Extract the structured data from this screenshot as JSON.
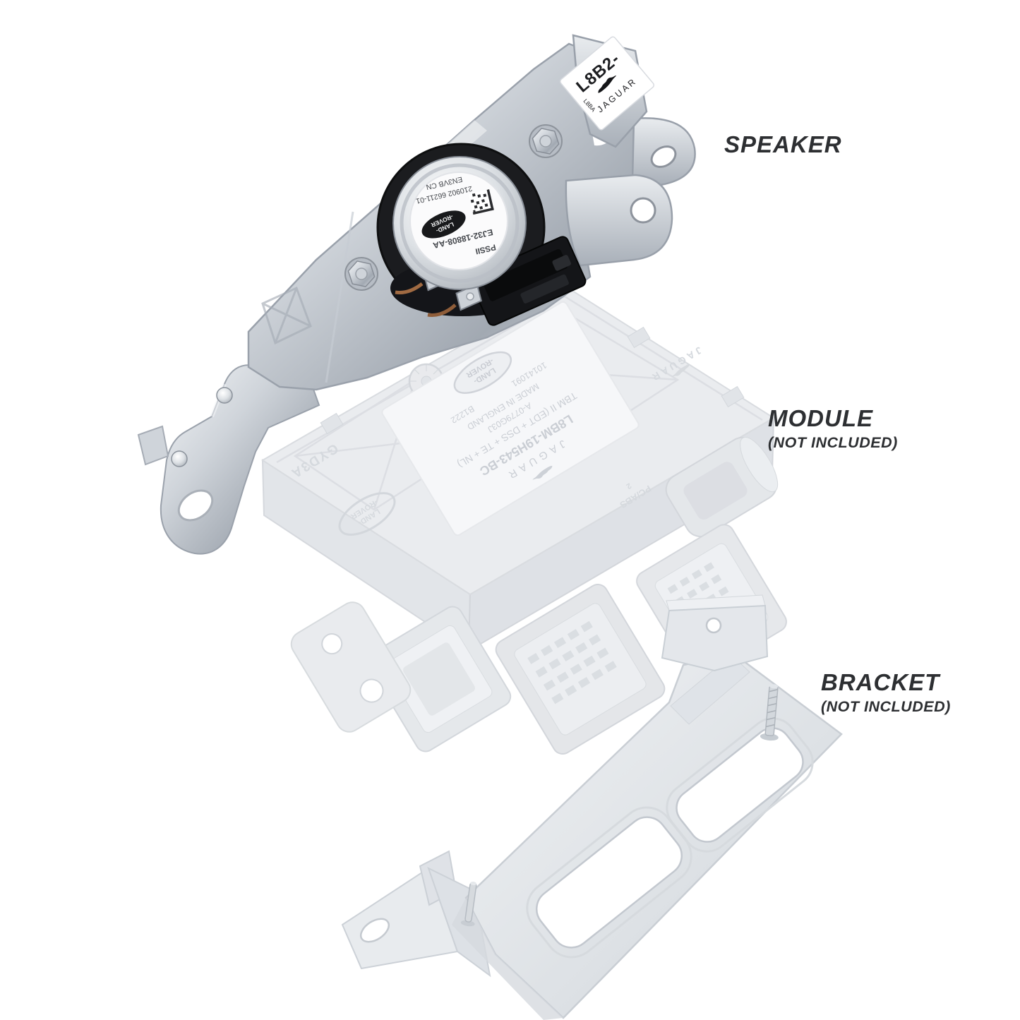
{
  "page": {
    "background": "#ffffff"
  },
  "annotations": {
    "speaker": {
      "label": "SPEAKER"
    },
    "module": {
      "label": "MODULE",
      "note": "(NOT INCLUDED)"
    },
    "bracket": {
      "label": "BRACKET",
      "note": "(NOT INCLUDED)"
    }
  },
  "brand": {
    "jaguar": "JAGUAR",
    "land_rover_top": "LAND-",
    "land_rover_bottom": "-ROVER"
  },
  "parts": {
    "speaker": {
      "bracket_label": {
        "part_number": "L8B2-",
        "side_code": "L8BA"
      },
      "disc_label": {
        "code": "PSSII",
        "part_number": "EJ32-18808-AA",
        "batch": "210902 66211-01",
        "origin": "EN3VB CN"
      }
    },
    "module": {
      "label": {
        "part_number": "L8BM-19H543-BC",
        "spec": "TBM II (EDT + DSS + TE + NL)",
        "code1": "A-0779G03J",
        "origin": "MADE IN ENGLAND",
        "code2": "10141091",
        "code3": "B1222"
      },
      "embossed": {
        "code": "GYD3A",
        "material": "PC/ABS",
        "material_class": "2"
      }
    }
  },
  "colors": {
    "annotation_text": "#2d2f32",
    "metal_light": "#f2f4f6",
    "metal_mid": "#b9bfc8",
    "metal_dark": "#8b929c",
    "speaker_black": "#17181b",
    "ghost_face": "#e9ebee",
    "ghost_line": "#d4d7dc"
  }
}
